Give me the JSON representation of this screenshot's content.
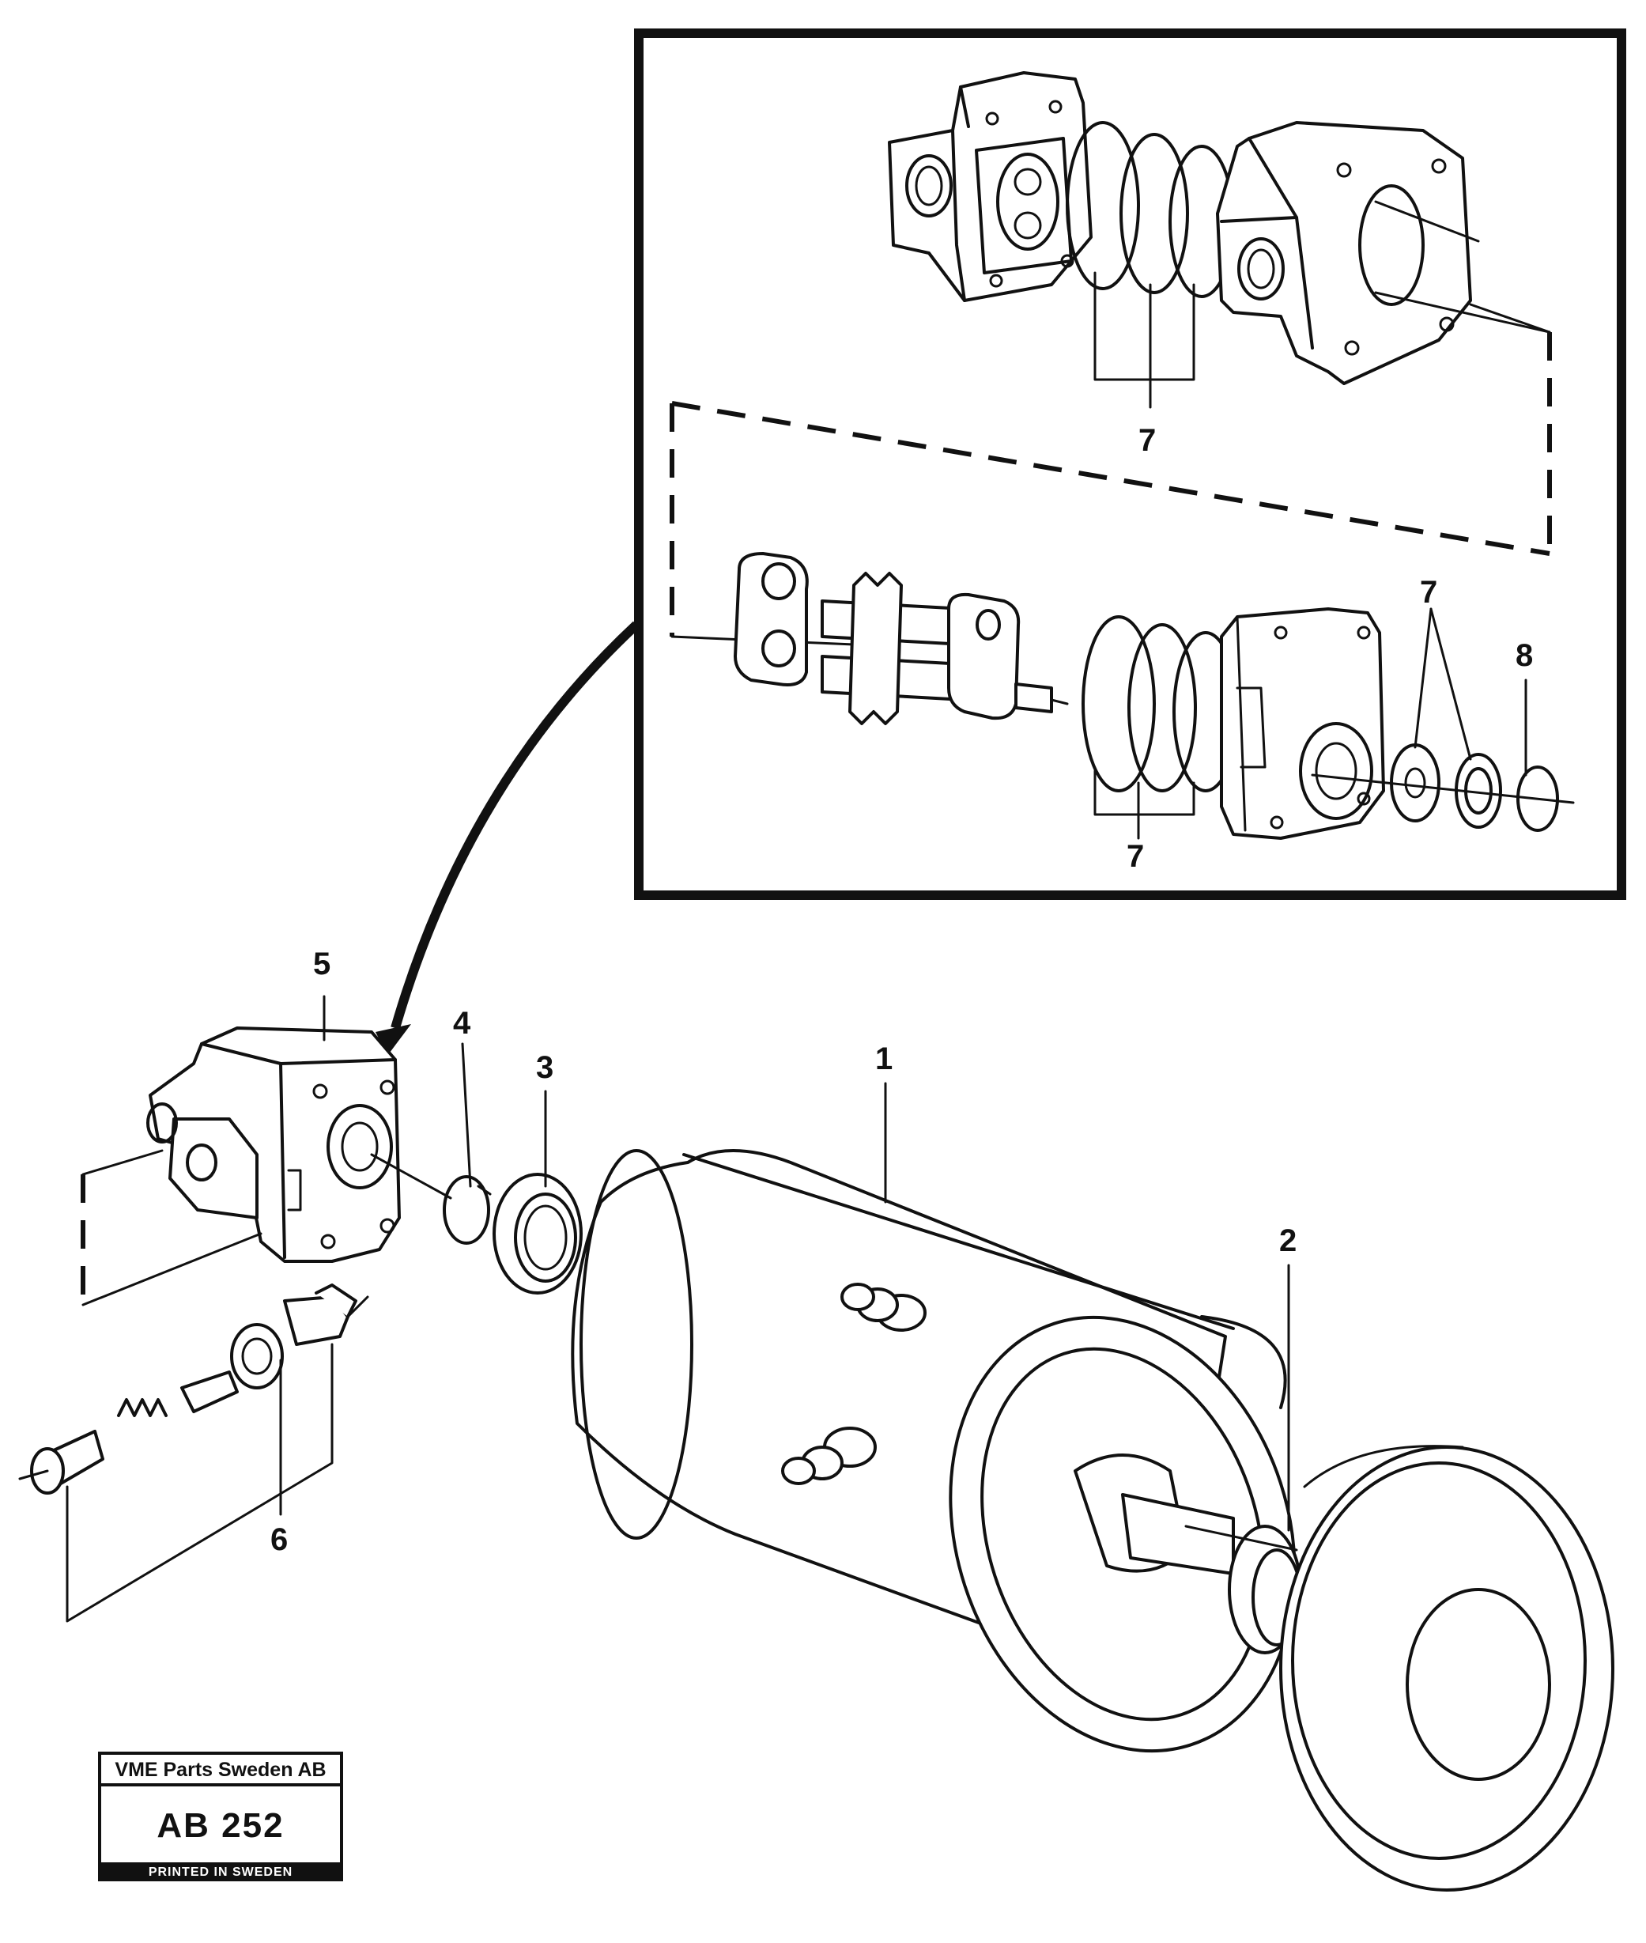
{
  "callouts": {
    "c1": "1",
    "c2": "2",
    "c3": "3",
    "c4": "4",
    "c5": "5",
    "c6": "6",
    "c7a": "7",
    "c7b": "7",
    "c7c": "7",
    "c8": "8"
  },
  "title_block": {
    "company": "VME Parts Sweden AB",
    "code": "AB 252",
    "printed": "PRINTED IN SWEDEN"
  }
}
